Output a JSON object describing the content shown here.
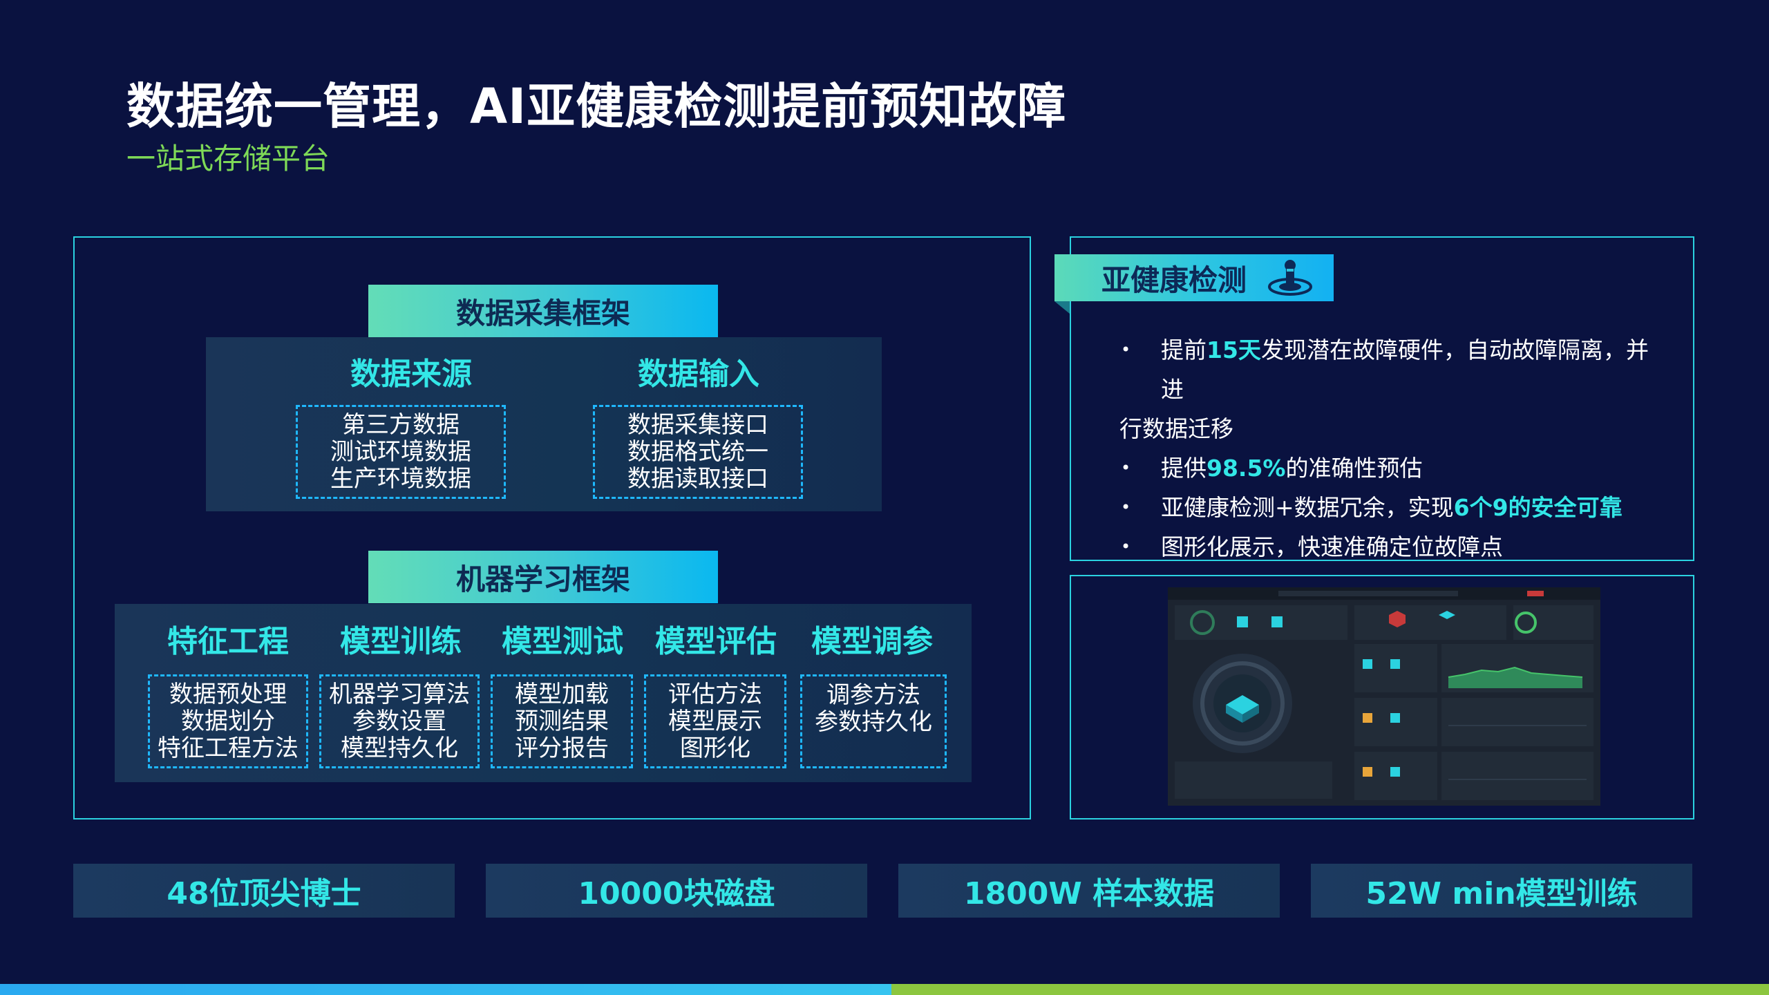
{
  "header": {
    "title": "数据统一管理，AI亚健康检测提前预知故障",
    "subtitle": "一站式存储平台"
  },
  "data_collection": {
    "header": "数据采集框架",
    "columns": [
      {
        "title": "数据来源",
        "items": [
          "第三方数据",
          "测试环境数据",
          "生产环境数据"
        ]
      },
      {
        "title": "数据输入",
        "items": [
          "数据采集接口",
          "数据格式统一",
          "数据读取接口"
        ]
      }
    ]
  },
  "ml_framework": {
    "header": "机器学习框架",
    "columns": [
      {
        "title": "特征工程",
        "items": [
          "数据预处理",
          "数据划分",
          "特征工程方法"
        ]
      },
      {
        "title": "模型训练",
        "items": [
          "机器学习算法",
          "参数设置",
          "模型持久化"
        ]
      },
      {
        "title": "模型测试",
        "items": [
          "模型加载",
          "预测结果",
          "评分报告"
        ]
      },
      {
        "title": "模型评估",
        "items": [
          "评估方法",
          "模型展示",
          "图形化"
        ]
      },
      {
        "title": "模型调参",
        "items": [
          "调参方法",
          "参数持久化"
        ]
      }
    ]
  },
  "health": {
    "tag": "亚健康检测",
    "icon": "health-check-icon",
    "bullets": {
      "b1_pre": "提前",
      "b1_hl": "15天",
      "b1_post": "发现潜在故障硬件，自动故障隔离，并进",
      "b1_cont": "行数据迁移",
      "b2_pre": "提供",
      "b2_hl": "98.5%",
      "b2_post": "的准确性预估",
      "b3_pre": "亚健康检测+数据冗余，实现",
      "b3_hl": "6个9的安全可靠",
      "b4": "图形化展示，快速准确定位故障点"
    }
  },
  "stats": [
    "48位顶尖博士",
    "10000块磁盘",
    "1800W 样本数据",
    "52W min模型训练"
  ],
  "colors": {
    "background": "#0a1240",
    "accent": "#33e7e7",
    "subtitle": "#7ed957",
    "border": "#2bd2e0"
  }
}
